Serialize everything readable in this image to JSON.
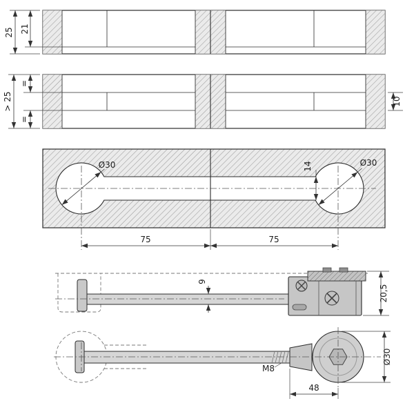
{
  "palette": {
    "background": "#ffffff",
    "outline": "#2b2b2b",
    "dimension": "#333333",
    "hatch_fill": "#ebebeb",
    "hatch_stroke": "#9c9c9c",
    "metal_light": "#d6d6d6",
    "metal_mid": "#c6c6c6"
  },
  "views": {
    "section_thin_panel": {
      "dim_total_thickness": "25",
      "dim_recess_depth": "21"
    },
    "section_thick_panel": {
      "dim_min_thickness": "> 25",
      "dim_equal_top": "=",
      "dim_equal_bottom": "=",
      "dim_slot_height": "10"
    },
    "plan_routing": {
      "dim_hole_left": "Ø30",
      "dim_hole_right": "Ø30",
      "dim_channel_width": "14",
      "dim_span_left": "75",
      "dim_span_right": "75"
    },
    "side_assembly": {
      "dim_shaft_height": "9",
      "dim_fitting_height": "20,5"
    },
    "plan_assembly": {
      "dim_thread": "M8",
      "dim_cam_diameter": "Ø30",
      "dim_cam_offset": "48"
    }
  }
}
